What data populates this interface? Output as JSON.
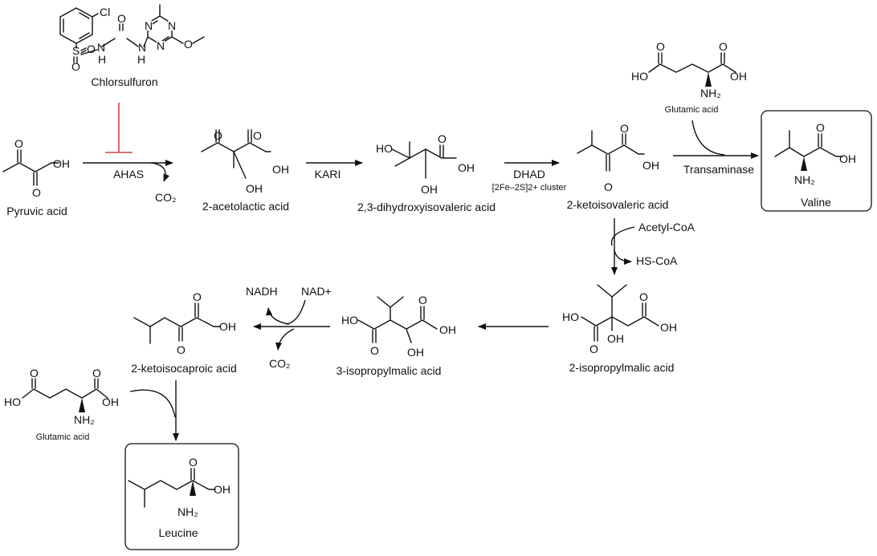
{
  "compounds": {
    "chlorsulfuron": {
      "name": "Chlorsulfuron",
      "atoms": {
        "cl": "Cl",
        "s": "S",
        "o1": "O",
        "o2": "O",
        "n1": "N",
        "h1": "H",
        "o3": "O",
        "n2": "N",
        "h2": "H",
        "n3": "N",
        "n4": "N",
        "n5": "N",
        "o4": "O"
      }
    },
    "pyruvic": {
      "name": "Pyruvic acid",
      "o1": "O",
      "oh": "OH",
      "o2": "O"
    },
    "acetolactic": {
      "name": "2-acetolactic acid",
      "o1": "O",
      "o2": "O",
      "oh1": "OH",
      "oh2": "OH"
    },
    "dihydroxy": {
      "name": "2,3-dihydroxyisovaleric acid",
      "ho": "HO",
      "o": "O",
      "oh1": "OH",
      "oh2": "OH"
    },
    "ketoisovaleric": {
      "name": "2-ketoisovaleric acid",
      "o1": "O",
      "oh": "OH",
      "o2": "O"
    },
    "glutamic_top": {
      "name": "Glutamic acid",
      "o1": "O",
      "o2": "O",
      "ho": "HO",
      "oh": "OH",
      "nh2": "NH₂"
    },
    "valine": {
      "name": "Valine",
      "o": "O",
      "oh": "OH",
      "nh2": "NH₂"
    },
    "isopropylmalic2": {
      "name": "2-isopropylmalic acid",
      "ho": "HO",
      "o1": "O",
      "oh1": "OH",
      "o2": "O",
      "oh2": "OH"
    },
    "isopropylmalic3": {
      "name": "3-isopropylmalic acid",
      "ho": "HO",
      "o1": "O",
      "o2": "O",
      "oh1": "OH",
      "oh2": "OH"
    },
    "ketoisocaproic": {
      "name": "2-ketoisocaproic acid",
      "o1": "O",
      "oh": "OH",
      "o2": "O"
    },
    "glutamic_bottom": {
      "name": "Glutamic acid",
      "o1": "O",
      "o2": "O",
      "ho": "HO",
      "oh": "OH",
      "nh2": "NH₂"
    },
    "leucine": {
      "name": "Leucine",
      "o": "O",
      "oh": "OH",
      "nh2": "NH₂"
    }
  },
  "reactions": {
    "ahas": {
      "enzyme": "AHAS",
      "byproduct": "CO₂"
    },
    "kari": {
      "enzyme": "KARI"
    },
    "dhad": {
      "enzyme": "DHAD",
      "cofactor": "[2Fe–2S]2+ cluster"
    },
    "transaminase": {
      "enzyme": "Transaminase"
    },
    "acetylcoa": {
      "in": "Acetyl-CoA",
      "out": "HS-CoA"
    },
    "nad": {
      "nadh": "NADH",
      "nad": "NAD+",
      "co2": "CO₂"
    }
  },
  "colors": {
    "inhibition": "#d64541",
    "ink": "#111111"
  }
}
